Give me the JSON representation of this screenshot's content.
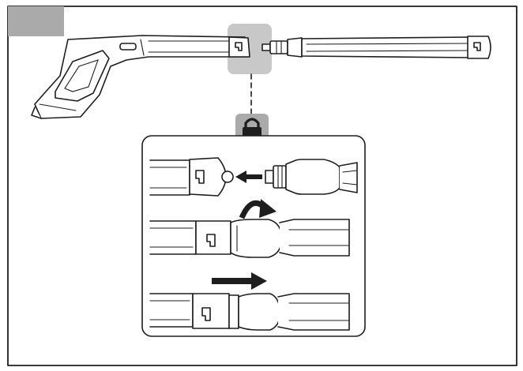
{
  "figure": {
    "step_badge_color": "#aaaaaa",
    "highlight_color": "#c8c8c8",
    "frame_color": "#1e1e1e",
    "icons": [
      "trigger-gun-icon",
      "extension-lance-icon",
      "padlock-icon",
      "arrow-right-icon",
      "rotate-arrow-icon"
    ],
    "steps": [
      {
        "id": "insert",
        "arrow": "arrow-left-icon"
      },
      {
        "id": "rotate",
        "arrow": "rotate-arrow-icon"
      },
      {
        "id": "locked",
        "arrow": "arrow-right-icon"
      }
    ]
  }
}
